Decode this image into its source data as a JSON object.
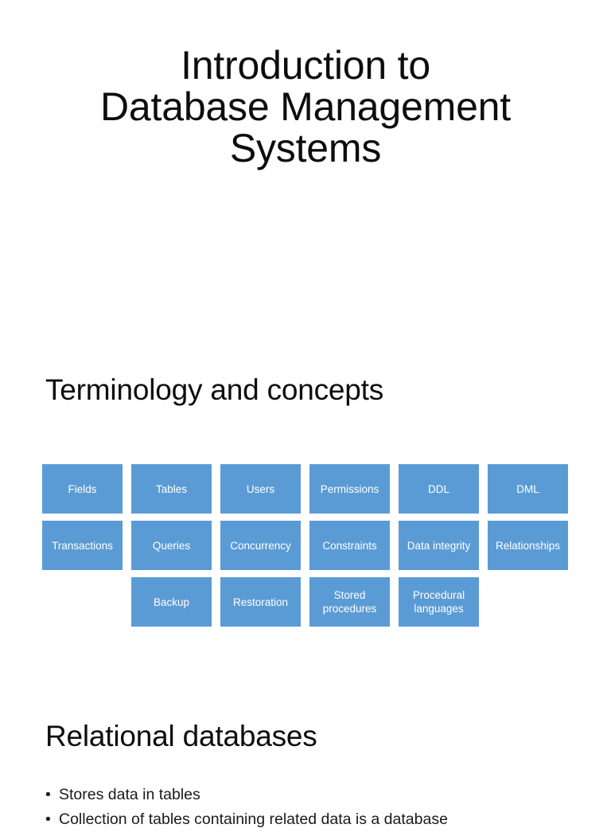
{
  "document": {
    "background_color": "#ffffff",
    "text_color": "#0d0d0d"
  },
  "title_slide": {
    "line1": "Introduction to",
    "line2": "Database Management",
    "line3": "Systems",
    "full_title": "Introduction to Database Management Systems"
  },
  "terminology_section": {
    "heading": "Terminology and concepts",
    "box_color": "#5b9bd5",
    "box_text_color": "#ffffff",
    "rows": [
      {
        "indent": 0,
        "boxes": [
          {
            "label": "Fields"
          },
          {
            "label": "Tables"
          },
          {
            "label": "Users"
          },
          {
            "label": "Permissions"
          },
          {
            "label": "DDL"
          },
          {
            "label": "DML"
          }
        ]
      },
      {
        "indent": 0,
        "boxes": [
          {
            "label": "Transactions"
          },
          {
            "label": "Queries"
          },
          {
            "label": "Concurrency"
          },
          {
            "label": "Constraints"
          },
          {
            "label": "Data integrity"
          },
          {
            "label": "Relationships"
          }
        ]
      },
      {
        "indent": 1,
        "boxes": [
          {
            "label": "Backup"
          },
          {
            "label": "Restoration"
          },
          {
            "label": "Stored procedures"
          },
          {
            "label": "Procedural languages"
          }
        ]
      }
    ]
  },
  "relational_section": {
    "heading": "Relational databases",
    "bullets": [
      {
        "text": "Stores data in tables"
      },
      {
        "text": "Collection of tables containing related data is a database"
      }
    ]
  }
}
